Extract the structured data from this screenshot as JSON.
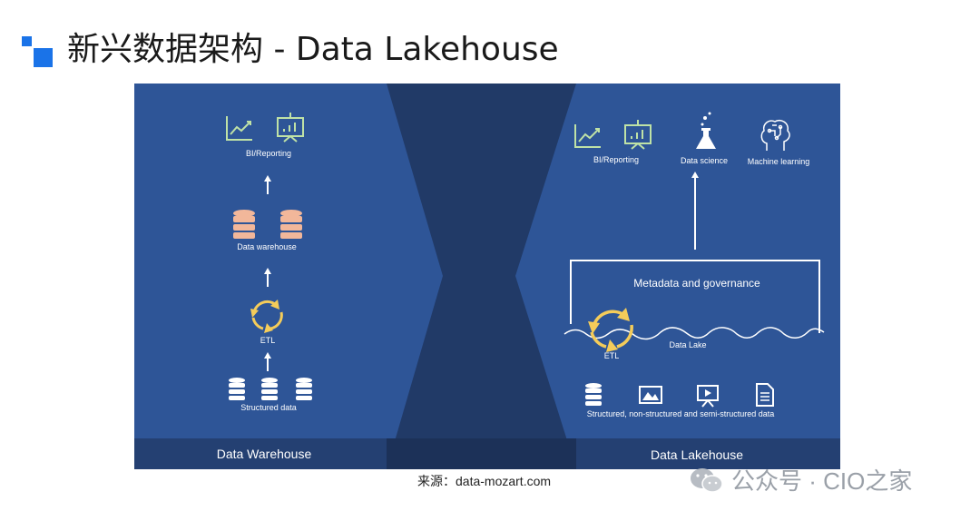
{
  "title": "新兴数据架构 - Data Lakehouse",
  "colors": {
    "panel": "#2e5597",
    "funnel": "#213a67",
    "footer": "#223d6b",
    "database": "#f2b79a",
    "etl": "#f4cc5a",
    "chart_icon": "#bfe2a6",
    "title_icon": "#1a73e8"
  },
  "warehouse": {
    "bi": "BI/Reporting",
    "db": "Data warehouse",
    "etl": "ETL",
    "structured": "Structured data",
    "footer": "Data Warehouse"
  },
  "lakehouse": {
    "bi": "BI/Reporting",
    "science": "Data science",
    "ml": "Machine learning",
    "metadata": "Metadata and governance",
    "lake": "Data Lake",
    "etl": "ETL",
    "sources": "Structured, non-structured and semi-structured data",
    "footer": "Data Lakehouse"
  },
  "icons": [
    "line-chart-icon",
    "presentation-board-icon",
    "database-icon",
    "refresh-cycle-icon",
    "flask-icon",
    "brain-icon",
    "image-icon",
    "video-icon",
    "document-icon",
    "wechat-icon"
  ],
  "source": "来源：data-mozart.com",
  "watermark": "公众号 · CIO之家"
}
